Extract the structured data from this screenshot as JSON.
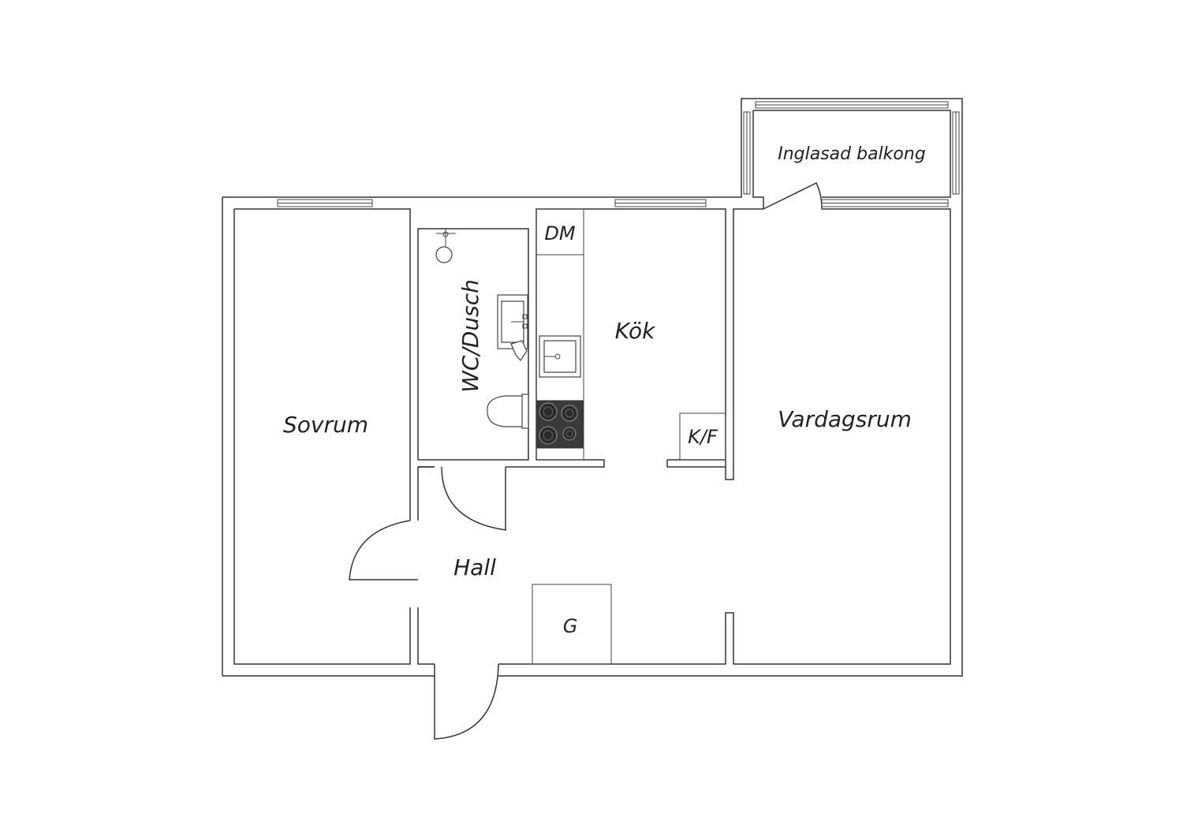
{
  "rooms": {
    "sovrum": "Sovrum",
    "wc_dusch": "WC/Dusch",
    "dm": "DM",
    "kok": "Kök",
    "kf": "K/F",
    "vardagsrum": "Vardagsrum",
    "hall": "Hall",
    "g": "G",
    "balkong": "Inglasad balkong"
  },
  "colors": {
    "wall_stroke": "#333333",
    "background": "#ffffff",
    "stove": "#3a3a3a"
  }
}
